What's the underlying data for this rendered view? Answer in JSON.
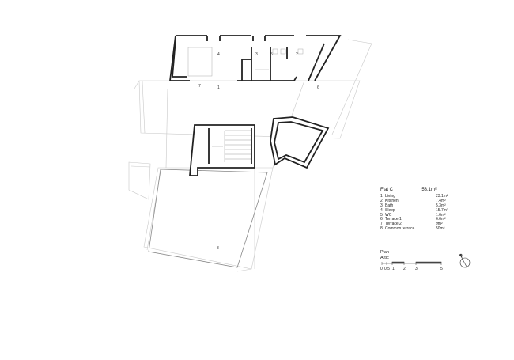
{
  "legend": {
    "flat_name": "Flat C",
    "total_area": "53.1m²",
    "rooms": [
      {
        "num": "1",
        "name": "Living",
        "area": "23.1m²"
      },
      {
        "num": "2",
        "name": "Kitchen",
        "area": "7.4m²"
      },
      {
        "num": "3",
        "name": "Bath",
        "area": "5.3m²"
      },
      {
        "num": "4",
        "name": "Sleep",
        "area": "15.7m²"
      },
      {
        "num": "5",
        "name": "WC",
        "area": "1.6m²"
      },
      {
        "num": "6",
        "name": "Terrace 1",
        "area": "6.6m²"
      },
      {
        "num": "7",
        "name": "Terrace 2",
        "area": "9m²"
      },
      {
        "num": "8",
        "name": "Common terrace",
        "area": "50m²"
      }
    ]
  },
  "title": {
    "line1": "Plan",
    "line2": "Attic"
  },
  "scale_bar": {
    "labels": [
      "0",
      "0.5",
      "1",
      "2",
      "3",
      "5"
    ]
  },
  "plan_labels": {
    "r4": "4",
    "r3": "3",
    "r5": "5",
    "r2": "2",
    "r7": "7",
    "r1": "1",
    "r6": "6",
    "r8": "8"
  },
  "north_label": "N"
}
